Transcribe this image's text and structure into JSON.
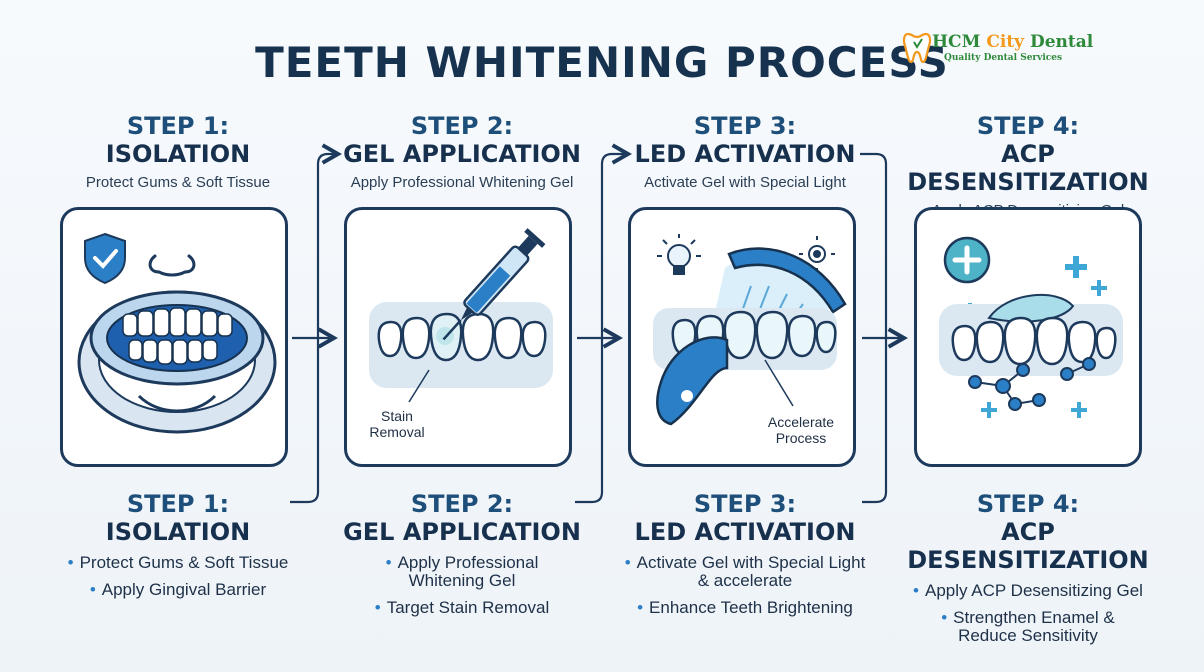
{
  "title": "TEETH WHITENING PROCESS",
  "logo": {
    "name_a": "HCM ",
    "name_b": "City",
    "name_c": " Dental",
    "tagline": "Quality Dental Services"
  },
  "colors": {
    "navy": "#17324f",
    "accent_blue": "#2b7fc7",
    "light_blue": "#cfe6f7",
    "card_border": "#1d3a5c"
  },
  "steps": [
    {
      "number": "STEP 1:",
      "name": "ISOLATION",
      "subtitle": "Protect Gums & Soft Tissue",
      "icons": [
        "shield-check-icon",
        "nose-icon",
        "cheek-retractor-icon"
      ],
      "card_labels": [],
      "bullets": [
        "Protect Gums & Soft Tissue",
        "Apply Gingival Barrier"
      ]
    },
    {
      "number": "STEP 2:",
      "name": "GEL APPLICATION",
      "subtitle": "Apply Professional Whitening Gel",
      "icons": [
        "syringe-icon",
        "teeth-icon"
      ],
      "card_labels": [
        "Stain\nRemoval"
      ],
      "bullets": [
        "Apply Professional\nWhitening Gel",
        "Target Stain Removal"
      ]
    },
    {
      "number": "STEP 3:",
      "name": "LED ACTIVATION",
      "subtitle": "Activate Gel with Special Light",
      "icons": [
        "lightbulb-icon",
        "gear-icon",
        "led-lamp-icon",
        "teeth-icon"
      ],
      "card_labels": [
        "Accelerate\nProcess"
      ],
      "bullets": [
        "Activate Gel with Special Light\n& accelerate",
        "Enhance Teeth Brightening"
      ]
    },
    {
      "number": "STEP 4:",
      "name": "ACP DESENSITIZATION",
      "subtitle": "Apply ACP Desensitizing Gel",
      "icons": [
        "plus-circle-icon",
        "molecule-icon",
        "teeth-icon"
      ],
      "card_labels": [],
      "bullets": [
        "Apply ACP Desensitizing Gel",
        "Strengthen Enamel &\nReduce Sensitivity"
      ]
    }
  ]
}
